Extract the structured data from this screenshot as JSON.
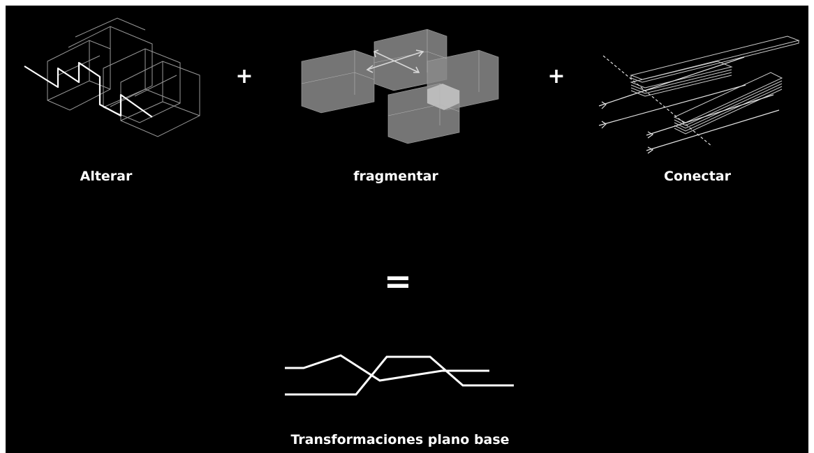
{
  "labels": {
    "alterar": "Alterar",
    "fragmentar": "fragmentar",
    "conectar": "Conectar",
    "result": "Transformaciones plano base"
  },
  "operators": {
    "plus": "+",
    "equals": "="
  },
  "colors": {
    "background": "#000000",
    "foreground": "#ffffff",
    "box_fill": "#8a8a8a"
  },
  "icons": [
    "zigzag-boxes-icon",
    "fragmented-blocks-icon",
    "connected-slabs-icon",
    "transformed-lines-icon"
  ]
}
